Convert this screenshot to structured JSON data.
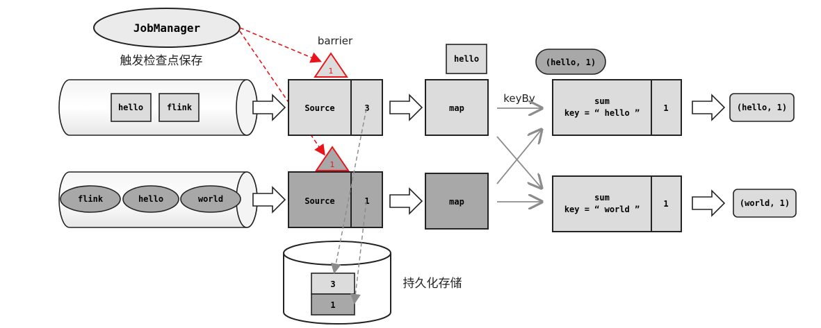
{
  "job_manager": {
    "label": "JobManager",
    "caption": "触发检查点保存"
  },
  "barrier": {
    "label": "barrier",
    "upper_marker": "1",
    "lower_marker": "1"
  },
  "upper_pipeline": {
    "queue_items": [
      "hello",
      "flink"
    ],
    "source_label": "Source",
    "source_offset": "3",
    "map_label": "map",
    "floating_record": "hello"
  },
  "lower_pipeline": {
    "queue_items": [
      "flink",
      "hello",
      "world"
    ],
    "source_label": "Source",
    "source_offset": "1",
    "map_label": "map"
  },
  "shuffle": {
    "label": "keyBy",
    "floating_record": "(hello, 1)"
  },
  "sum_tasks": [
    {
      "title": "sum",
      "key": "key = “ hello ”",
      "count": "1",
      "output": "(hello, 1)"
    },
    {
      "title": "sum",
      "key": "key = “ world ”",
      "count": "1",
      "output": "(world, 1)"
    }
  ],
  "storage": {
    "label": "持久化存储",
    "entries": [
      "3",
      "1"
    ]
  },
  "colors": {
    "light_fill": "#dcdcdc",
    "dark_fill": "#a8a8a8",
    "barrier_red": "#e8141b",
    "arrow_gray": "#8c8c8c"
  }
}
